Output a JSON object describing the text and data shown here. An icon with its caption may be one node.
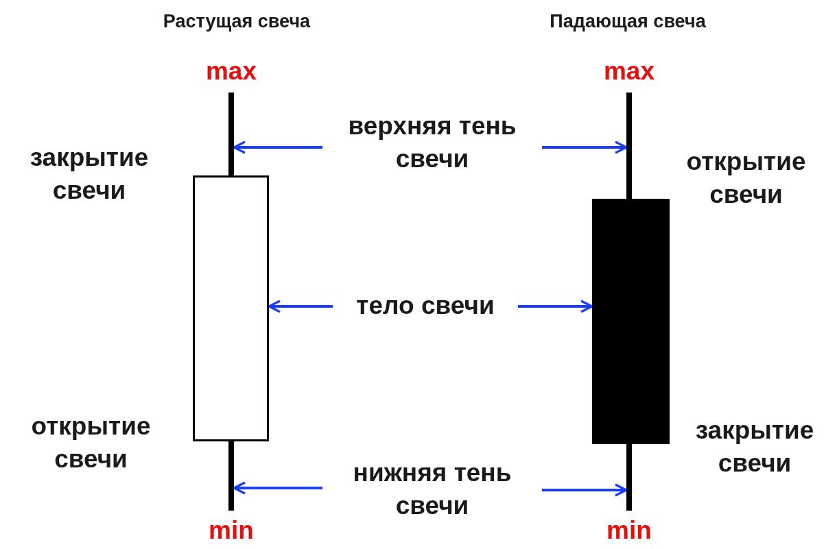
{
  "diagram": {
    "nodes": [
      {
        "text": [
          "верхняя тень свечи"
        ]
      },
      {
        "text": [
          "тело свечи"
        ]
      },
      {
        "text": [
          "нижняя тень свечи"
        ]
      },
      {
        "text": [],
        "shape": "bar"
      },
      {
        "text": [],
        "shape": "box"
      },
      {
        "text": [],
        "shape": "bar"
      },
      {
        "text": [],
        "shape": "bar"
      },
      {
        "text": [],
        "shape": "box"
      },
      {
        "text": [],
        "shape": "bar"
      }
    ],
    "edges": [
      {
        "from": 0,
        "to": 3,
        "arrow": "to"
      },
      {
        "from": 0,
        "to": 6,
        "arrow": "to"
      },
      {
        "from": 1,
        "to": 4,
        "arrow": "to"
      },
      {
        "from": 1,
        "to": 7,
        "arrow": "to"
      },
      {
        "from": 2,
        "to": 5,
        "arrow": "to"
      },
      {
        "from": 2,
        "to": 8,
        "arrow": "to"
      }
    ],
    "labels": [
      "Растущая свеча",
      "Падающая свеча",
      "max",
      "max",
      "закрытие свечи",
      "открытие свечи",
      "открытие свечи",
      "закрытие свечи",
      "min",
      "min"
    ]
  }
}
